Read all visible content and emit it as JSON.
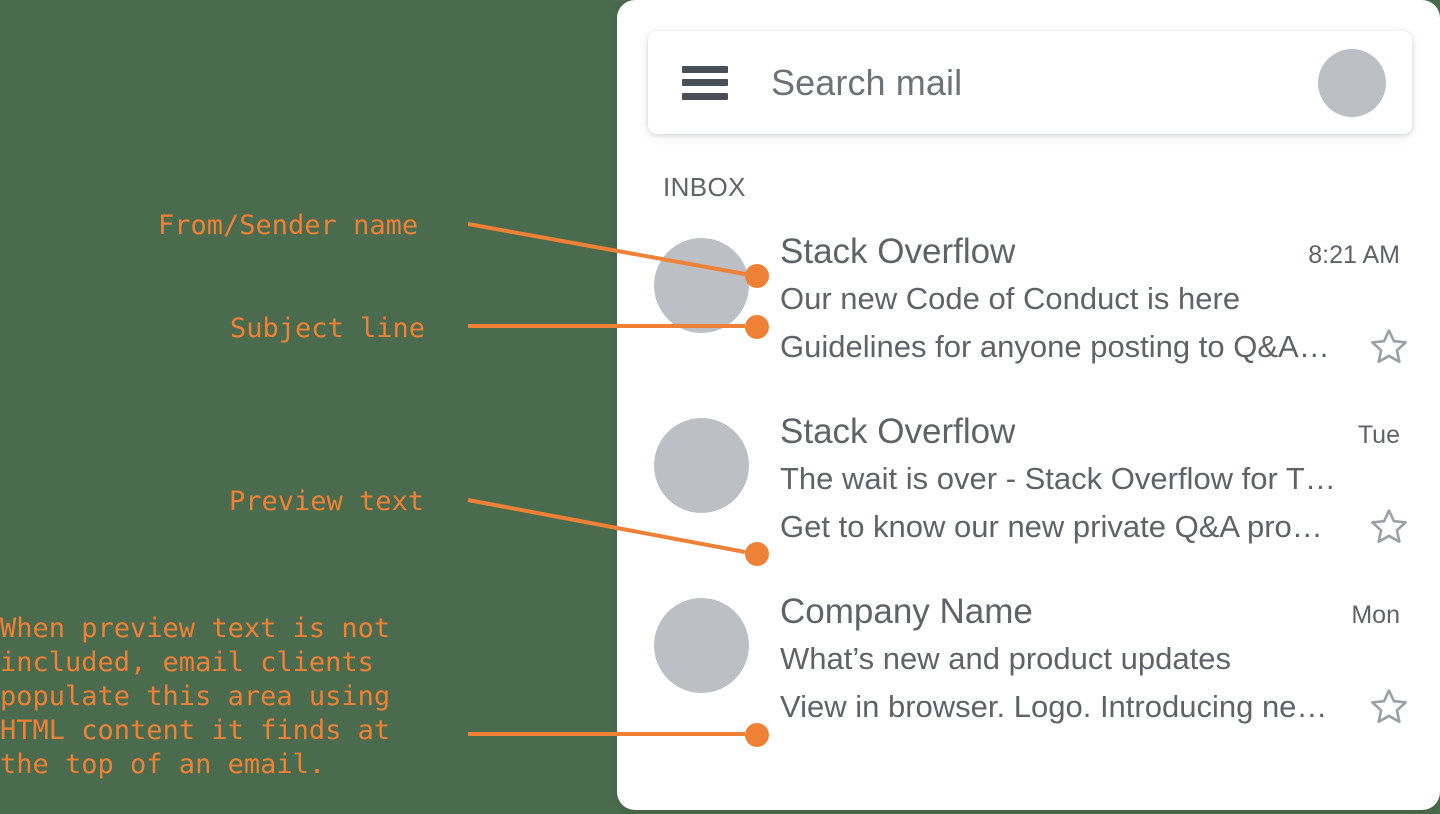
{
  "theme": {
    "background": "#4a6b4d",
    "panel_background": "#ffffff",
    "accent": "#ef8136",
    "text_gray": "#5f6368",
    "avatar_gray": "#bcc0c5",
    "star_gray": "#9aa0a6",
    "hamburger_gray": "#4a4f57"
  },
  "search": {
    "menu_icon": "hamburger-menu-icon",
    "placeholder": "Search mail",
    "avatar_icon": "account-avatar"
  },
  "inbox": {
    "label": "INBOX"
  },
  "emails": [
    {
      "avatar_icon": "sender-avatar",
      "sender": "Stack Overflow",
      "timestamp": "8:21 AM",
      "subject": "Our new Code of Conduct is here",
      "preview": "Guidelines for anyone posting to Q&A…",
      "star_icon": "star-outline-icon"
    },
    {
      "avatar_icon": "sender-avatar",
      "sender": "Stack Overflow",
      "timestamp": "Tue",
      "subject": "The wait is over - Stack Overflow for T…",
      "preview": "Get to know our new private Q&A pro…",
      "star_icon": "star-outline-icon"
    },
    {
      "avatar_icon": "sender-avatar",
      "sender": "Company Name",
      "timestamp": "Mon",
      "subject": "What’s new and product updates",
      "preview": "View in browser. Logo. Introducing ne…",
      "star_icon": "star-outline-icon"
    }
  ],
  "annotations": {
    "from_sender": "From/Sender name",
    "subject_line": "Subject line",
    "preview_text": "Preview text",
    "paragraph": "When preview text is not\nincluded, email clients\npopulate this area using\nHTML content it finds at\nthe top of an email."
  }
}
